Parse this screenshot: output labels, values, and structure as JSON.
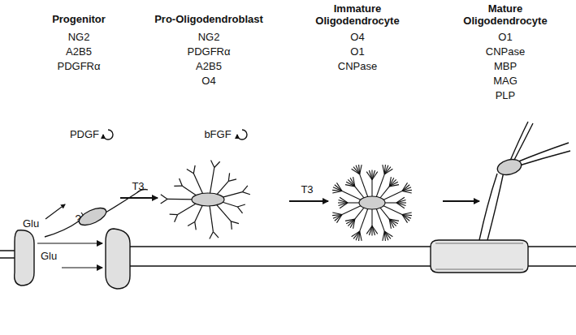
{
  "diagram": {
    "labels": [
      "Progenitor",
      "NG2",
      "A2B5",
      "PDGFRα",
      "Pro-Oligodendroblast",
      "NG2",
      "PDGFRα",
      "A2B5",
      "O4",
      "Immature Oligodendrocyte",
      "O4",
      "O1",
      "CNPase",
      "Mature Oligodendrocyte",
      "O1",
      "CNPase",
      "MBP",
      "MAG",
      "PLP",
      "PDGF",
      "bFGF",
      "T3",
      "T3",
      "Glu",
      "Glu",
      "?"
    ]
  }
}
